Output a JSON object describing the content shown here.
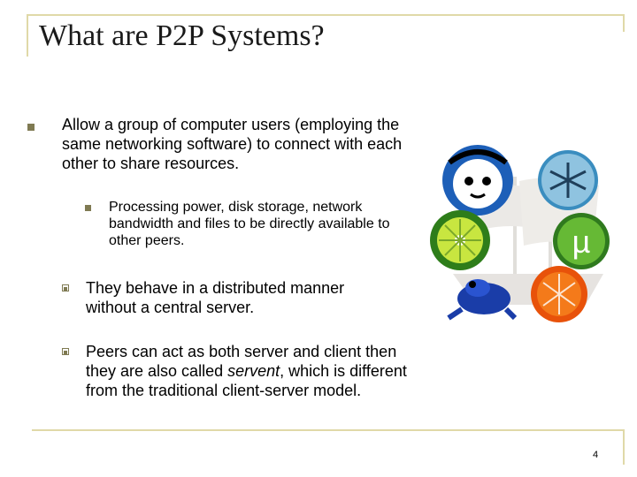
{
  "slide": {
    "title": "What are P2P Systems?",
    "page_number": "4",
    "accent_color": "#e0d9a8",
    "bullet_color": "#7f7a52"
  },
  "bullets": {
    "b1": "Allow a group of computer users (employing the same networking software) to connect with each other to share resources.",
    "b1_sub": "Processing power, disk storage, network bandwidth and files to be directly available to other peers.",
    "b2": "They behave in a distributed manner without a central server.",
    "b3_part1": "Peers can act as both server and client then they are also called ",
    "b3_em": "servent",
    "b3_part2": ", which is different from the traditional client-server model."
  },
  "image": {
    "icons": [
      "napster-logo-icon",
      "wizard-logo-icon",
      "limewire-logo-icon",
      "utorrent-logo-icon",
      "frog-logo-icon",
      "orange-logo-icon",
      "pirate-ship-icon"
    ]
  }
}
